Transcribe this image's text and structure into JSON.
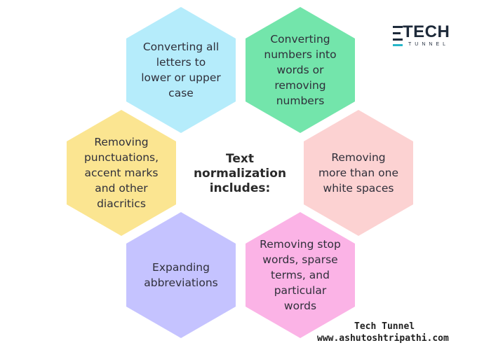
{
  "center": {
    "title": "Text\nnormalization\nincludes:"
  },
  "hexagons": {
    "top_left": "Converting all\nletters to\nlower or upper\ncase",
    "top_right": "Converting\nnumbers into\nwords or\nremoving\nnumbers",
    "mid_left": "Removing\npunctuations,\naccent marks\nand other\ndiacritics",
    "mid_right": "Removing\nmore than one\nwhite spaces",
    "bottom_left": "Expanding\nabbreviations",
    "bottom_right": "Removing stop\nwords, sparse\nterms, and\nparticular\nwords"
  },
  "logo": {
    "word": "TECH",
    "sub": "TUNNEL"
  },
  "footer": {
    "name": "Tech Tunnel",
    "url": "www.ashutoshtripathi.com"
  }
}
